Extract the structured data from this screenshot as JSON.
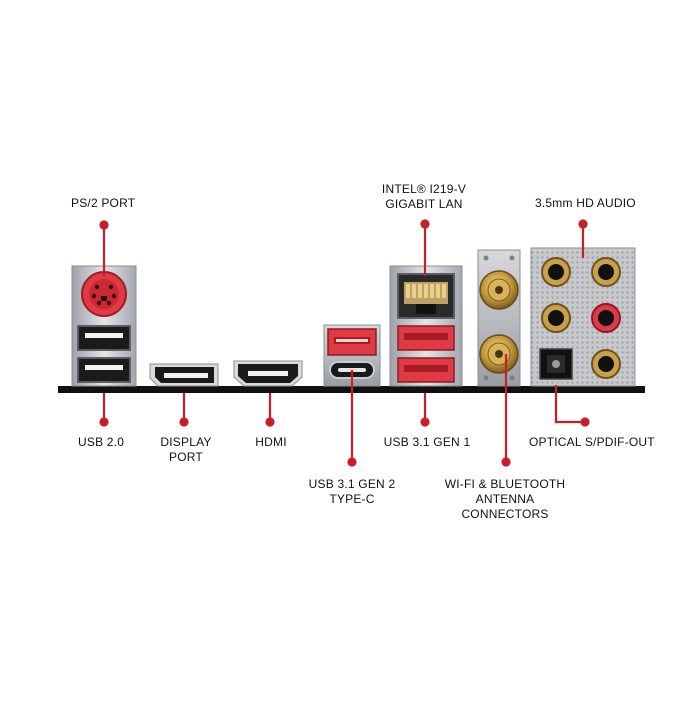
{
  "labels": {
    "ps2_port": "PS/2 PORT",
    "intel_lan_line1": "INTEL® I219-V",
    "intel_lan_line2": "GIGABIT LAN",
    "hd_audio": "3.5mm HD AUDIO",
    "usb20": "USB 2.0",
    "display_port_line1": "DISPLAY",
    "display_port_line2": "PORT",
    "hdmi": "HDMI",
    "usb31gen1": "USB 3.1 GEN 1",
    "optical": "OPTICAL S/PDIF-OUT",
    "usb31gen2_line1": "USB 3.1 GEN 2",
    "usb31gen2_line2": "TYPE-C",
    "wifi_line1": "WI-FI & BLUETOOTH",
    "wifi_line2": "ANTENNA",
    "wifi_line3": "CONNECTORS"
  },
  "colors": {
    "accent_red": "#c81e2b",
    "port_red": "#e03a44",
    "metal": "#c9ccd0",
    "connector_black": "#1a1a1a",
    "gold": "#c9a04a",
    "baseline": "#111111"
  }
}
